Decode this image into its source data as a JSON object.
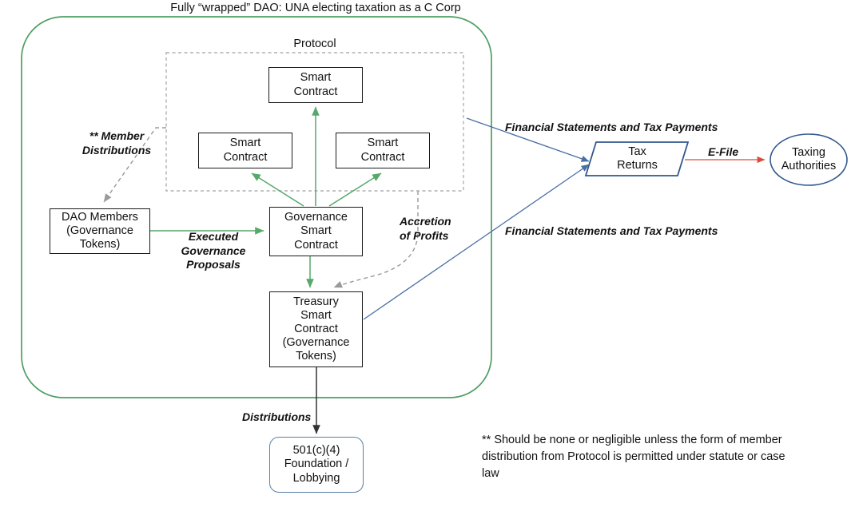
{
  "diagram": {
    "title": "Fully “wrapped” DAO: UNA electing taxation as a C Corp",
    "protocol_label": "Protocol",
    "colors": {
      "container_green": "#4e9e63",
      "node_border_black": "#1a1a1a",
      "node_border_blue": "#5b7fa6",
      "arrow_green": "#56a96a",
      "arrow_blue": "#4a6fa5",
      "arrow_red": "#d94b3e",
      "arrow_grey": "#9a9a9a",
      "arrow_black": "#333333",
      "dashed_box_grey": "#b0b0b0",
      "page_background": "#ffffff"
    },
    "nodes": {
      "smart_contract_top": "Smart\nContract",
      "smart_contract_left": "Smart\nContract",
      "smart_contract_right": "Smart\nContract",
      "dao_members": "DAO Members\n(Governance\nTokens)",
      "governance_smart_contract": "Governance\nSmart\nContract",
      "treasury_smart_contract": "Treasury\nSmart\nContract\n(Governance\nTokens)",
      "tax_returns": "Tax\nReturns",
      "taxing_authorities": "Taxing\nAuthorities",
      "foundation_lobbying": "501(c)(4)\nFoundation /\nLobbying"
    },
    "edge_labels": {
      "member_distributions": "** Member\nDistributions",
      "executed_governance_proposals": "Executed\nGovernance\nProposals",
      "accretion_of_profits": "Accretion\nof Profits",
      "financial_statements_top": "Financial Statements and Tax Payments",
      "financial_statements_bottom": "Financial Statements and Tax Payments",
      "e_file": "E-File",
      "distributions": "Distributions"
    },
    "footnote": "** Should be none or negligible unless the form of member distribution from Protocol is permitted under statute or case law"
  }
}
